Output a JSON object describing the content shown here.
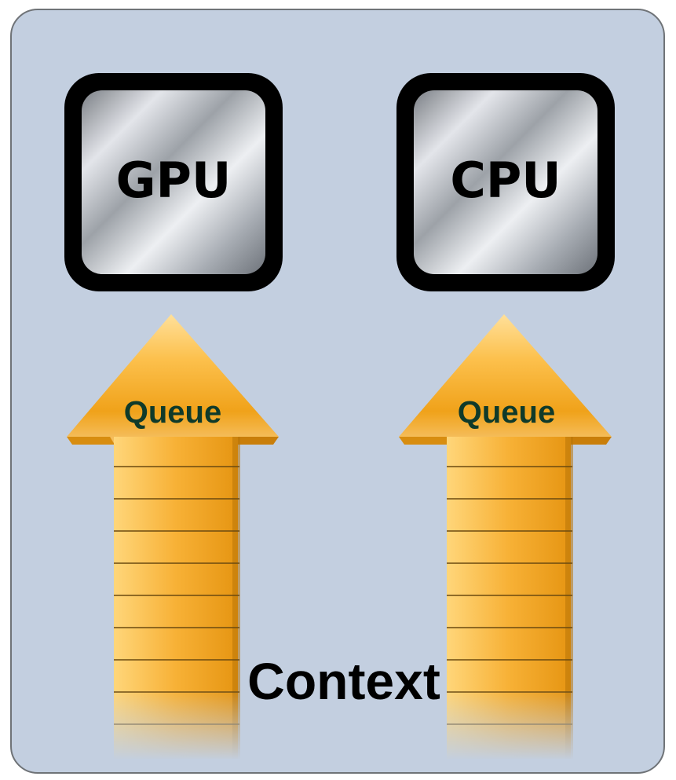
{
  "diagram": {
    "devices": [
      {
        "label": "GPU"
      },
      {
        "label": "CPU"
      }
    ],
    "queues": [
      {
        "label": "Queue"
      },
      {
        "label": "Queue"
      }
    ],
    "context_label": "Context",
    "colors": {
      "background": "#c3cfe0",
      "border": "#6f7377",
      "chip_border": "#000000",
      "arrow_light": "#ffd97a",
      "arrow_dark": "#e79c12",
      "queue_text": "#0f3a2a"
    }
  }
}
